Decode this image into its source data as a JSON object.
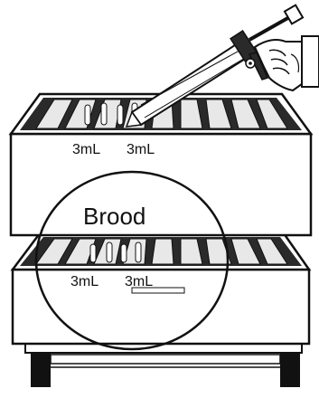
{
  "labels": {
    "upper_left": "3mL",
    "upper_right": "3mL",
    "center": "Brood",
    "lower_left": "3mL",
    "lower_right": "3mL"
  },
  "colors": {
    "ink": "#111111",
    "frame_dark": "#2a2a2a",
    "frame_light": "#e8e8e8",
    "paper": "#ffffff"
  },
  "icons": [
    "beehive-box",
    "frame-tops",
    "hand-icon",
    "applicator-syringe-icon",
    "brood-ellipse"
  ]
}
